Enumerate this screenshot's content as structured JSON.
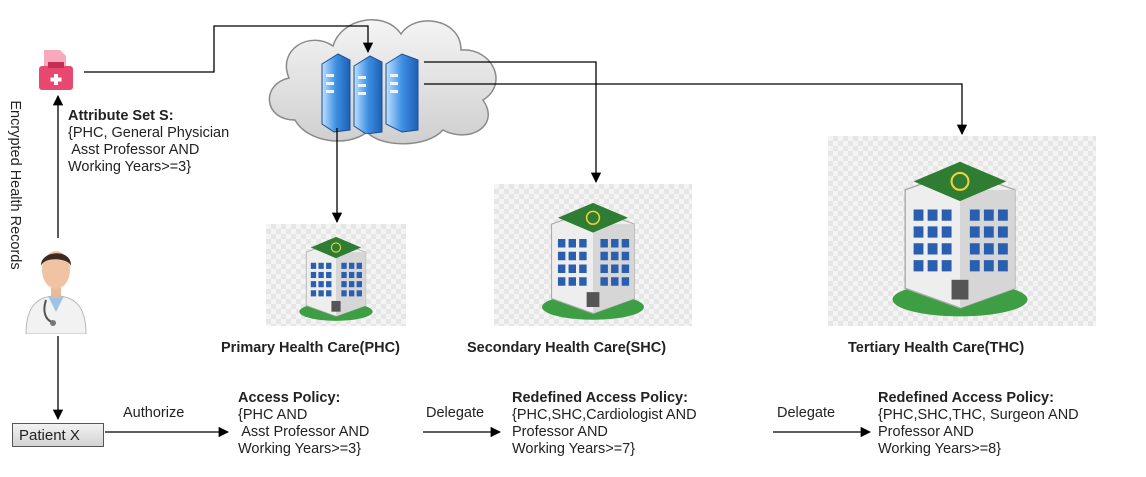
{
  "side_label": "Encrypted Health Records",
  "attribute_set": {
    "title": "Attribute Set S:",
    "lines": [
      "{PHC, General Physician",
      " Asst Professor AND",
      "Working Years>=3}"
    ]
  },
  "facilities": {
    "phc": "Primary Health Care(PHC)",
    "shc": "Secondary Health Care(SHC)",
    "thc": "Tertiary Health Care(THC)"
  },
  "patient": "Patient X",
  "edges": {
    "authorize": "Authorize",
    "delegate_1": "Delegate",
    "delegate_2": "Delegate"
  },
  "policies": {
    "access": {
      "title": "Access Policy:",
      "lines": [
        "{PHC AND",
        " Asst Professor AND",
        "Working Years>=3}"
      ]
    },
    "redefined_1": {
      "title": "Redefined Access Policy:",
      "lines": [
        "{PHC,SHC,Cardiologist AND",
        "Professor AND",
        "Working Years>=7}"
      ]
    },
    "redefined_2": {
      "title": "Redefined Access Policy:",
      "lines": [
        "{PHC,SHC,THC, Surgeon AND",
        "Professor AND",
        "Working Years>=8}"
      ]
    }
  },
  "icons": {
    "cloud": "cloud-icon",
    "servers": "server-rack-icon",
    "record": "health-record-icon",
    "doctor": "doctor-icon",
    "hospital": "hospital-building-icon"
  },
  "colors": {
    "record_pink": "#e8486f",
    "server_blue": "#2f7fd8",
    "roof_green": "#2e7d32",
    "window_blue": "#2a5fb0"
  }
}
